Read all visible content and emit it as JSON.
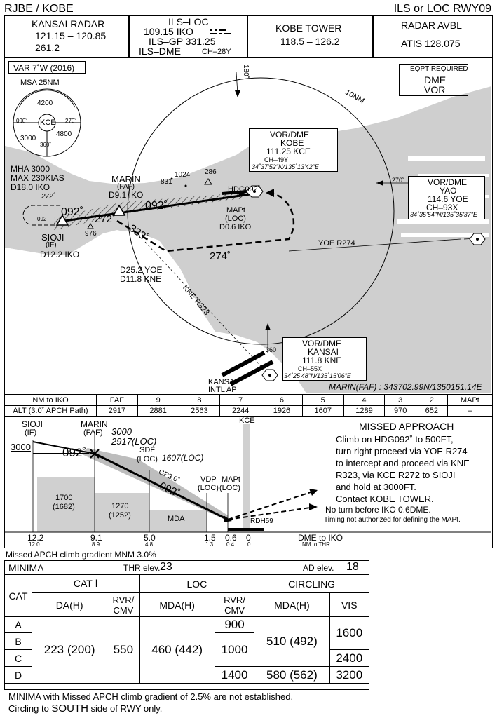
{
  "header": {
    "left": "RJBE / KOBE",
    "right": "ILS or LOC RWY09"
  },
  "freq": {
    "radar_name": "KANSAI  RADAR",
    "radar_f1": "121.15 – 120.85",
    "radar_f2": "261.2",
    "ils_title": "ILS–LOC",
    "ils_loc": "109.15   IKO",
    "ils_gp": "ILS–GP  331.25",
    "ils_dme": "ILS–DME",
    "ils_ch": "CH–28Y",
    "tower_name": "KOBE  TOWER",
    "tower_f": "118.5 – 126.2",
    "radar_avbl": "RADAR  AVBL",
    "atis": "ATIS   128.075"
  },
  "plan": {
    "var": "VAR 7˚W (2016)",
    "msa": "MSA 25NM",
    "msa_4200": "4200",
    "msa_3000": "3000",
    "msa_4800": "4800",
    "msa_kce": "KCE",
    "msa_090": "090˚",
    "msa_270": "270˚",
    "msa_360": "360˚",
    "eqpt_title": "EQPT REQUIRED",
    "eqpt_1": "DME",
    "eqpt_2": "VOR",
    "ring": "10NM",
    "r180": "180˚",
    "kobe_vor": "VOR/DME",
    "kobe_name": "KOBE",
    "kobe_freq": "111.25  KCE",
    "kobe_ch": "CH–49Y",
    "kobe_coord": "34˚37'52\"N/135˚13'42\"E",
    "yao_vor": "VOR/DME",
    "yao_name": "YAO",
    "yao_freq": "114.6   YOE",
    "yao_ch": "CH–93X",
    "yao_coord": "34˚35'54\"N/135˚35'37\"E",
    "r270": "270˚",
    "kansai_vor": "VOR/DME",
    "kansai_name": "KANSAI",
    "kansai_freq": "111.8   KNE",
    "kansai_ch": "CH–55X",
    "kansai_coord": "34˚25'48\"N/135˚15'06\"E",
    "r360": "360",
    "kansai_ap": "KANSAI",
    "kansai_ap2": "INTL AP",
    "mha1": "MHA 3000",
    "mha2": "MAX 230KIAS",
    "mha3": "D18.0 IKO",
    "hold_272": "272˚",
    "hold_092": "092",
    "marin": "MARIN",
    "marin_faf": "(FAF)",
    "marin_d": "D9.1 IKO",
    "sioji": "SIOJI",
    "sioji_if": "(IF)",
    "sioji_d": "D12.2 IKO",
    "elev_976": "976",
    "elev_831": "831",
    "elev_1024": "1024",
    "elev_286": "286",
    "crs_092a": "092˚",
    "crs_092b": "092˚",
    "crs_272": "272˚",
    "crs_323": "323˚",
    "crs_274": "274˚",
    "hdg092": "HDG092˚",
    "mapt": "MAPt",
    "mapt_loc": "(LOC)",
    "mapt_d": "D0.6 IKO",
    "d25": "D25.2 YOE",
    "d11": "D11.8 KNE",
    "yoe_r274": "YOE R274",
    "kne_r323": "KNE R323",
    "marin_coord": "MARIN(FAF) : 343702.99N/1350151.14E"
  },
  "dist_table": {
    "header": [
      "NM to IKO",
      "FAF",
      "9",
      "8",
      "7",
      "6",
      "5",
      "4",
      "3",
      "2",
      "MAPt"
    ],
    "row": [
      "ALT (3.0˚ APCH Path)",
      "2917",
      "2881",
      "2563",
      "2244",
      "1926",
      "1607",
      "1289",
      "970",
      "652",
      "–"
    ]
  },
  "profile": {
    "sioji": "SIOJI",
    "sioji_if": "(IF)",
    "marin": "MARIN",
    "marin_faf": "(FAF)",
    "alt3000": "3000",
    "faf_alt1": "3000",
    "faf_alt2": "2917(LOC)",
    "crs_092": "092˚",
    "crs_092b": "092˚",
    "sdf": "SDF",
    "sdf_loc": "(LOC)",
    "sdf_alt": "1607(LOC)",
    "gp": "GP3.0˚",
    "vdp": "VDP",
    "vdp_loc": "(LOC)",
    "mapt": "MAPt",
    "mapt_loc": "(LOC)",
    "kce": "KCE",
    "a1700": "1700",
    "a1682": "(1682)",
    "a1270": "1270",
    "a1252": "(1252)",
    "mda": "MDA",
    "rdh": "RDH59",
    "dme_vals": [
      "12.2",
      "9.1",
      "5.0",
      "1.5",
      "0.6",
      "0"
    ],
    "dme_label": "DME to IKO",
    "thr_vals": [
      "12.0",
      "8.9",
      "4.8",
      "1.3",
      "0.4",
      "0"
    ],
    "thr_label": "NM to THR",
    "missed_title": "MISSED APPROACH",
    "missed_lines": [
      "Climb on HDG092˚ to 500FT,",
      "turn right proceed via YOE R274",
      "to intercept and proceed via KNE",
      "R323, via KCE R272 to SIOJI",
      "and hold at 3000FT.",
      "Contact KOBE TOWER."
    ],
    "no_turn": "No turn before IKO 0.6DME.",
    "timing": "Timing not authorized for defining the MAPt."
  },
  "gradient": "Missed APCH climb gradient MNM 3.0%",
  "minima": {
    "title": "MINIMA",
    "thr": "THR elev.",
    "thr_val": "23",
    "ad": "AD elev.",
    "ad_val": "18",
    "cat": "CAT",
    "cat1": "CAT Ⅰ",
    "loc": "LOC",
    "circling": "CIRCLING",
    "da": "DA(H)",
    "rvr1": "RVR/",
    "cmv1": "CMV",
    "mda": "MDA(H)",
    "rvr2": "RVR/",
    "cmv2": "CMV",
    "mda2": "MDA(H)",
    "vis": "VIS",
    "cats": [
      "A",
      "B",
      "C",
      "D"
    ],
    "ils_da": "223 (200)",
    "ils_rvr": "550",
    "loc_mda": "460 (442)",
    "loc_rvr_a": "900",
    "loc_rvr_bc": "1000",
    "loc_rvr_d": "1400",
    "circ_abc": "510 (492)",
    "circ_d": "580 (562)",
    "vis_ab": "1600",
    "vis_c": "2400",
    "vis_d": "3200"
  },
  "footer": [
    "MINIMA with Missed APCH climb gradient of 2.5% are not established.",
    "Circling to SOUTH side of RWY only."
  ],
  "footer_emph": "SOUTH"
}
